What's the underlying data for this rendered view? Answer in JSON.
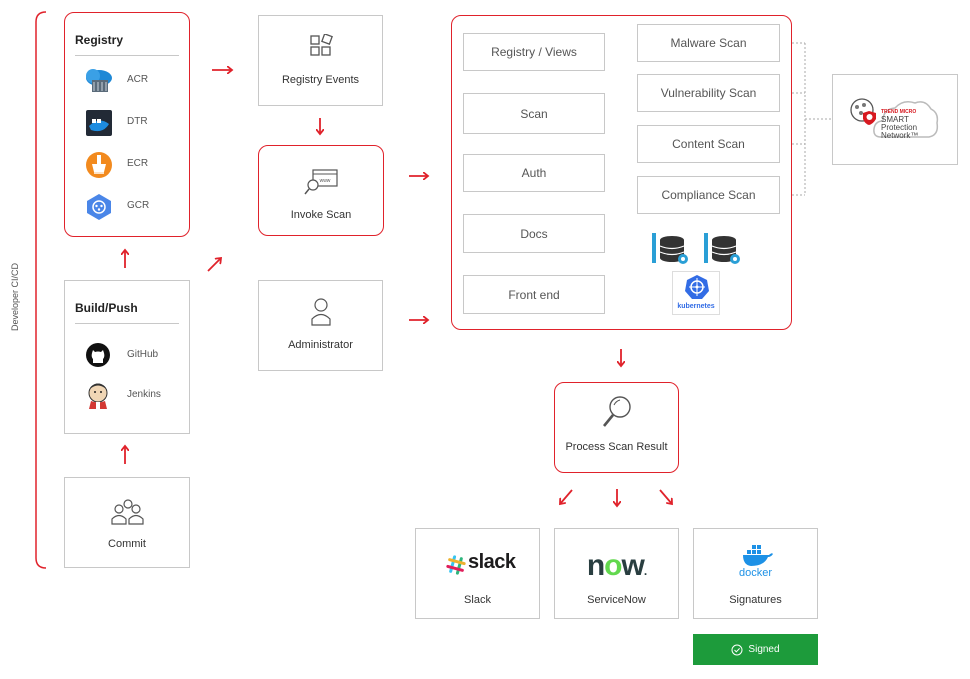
{
  "side_label": "Developer CI/CD",
  "registry": {
    "title": "Registry",
    "items": [
      {
        "label": "ACR",
        "icon": "azure-cloud-icon",
        "color": "#1e88d6"
      },
      {
        "label": "DTR",
        "icon": "docker-trusted-registry-icon",
        "color": "#222a36"
      },
      {
        "label": "ECR",
        "icon": "aws-ecr-icon",
        "color": "#f28a1e"
      },
      {
        "label": "GCR",
        "icon": "google-registry-icon",
        "color": "#4a86e8"
      }
    ]
  },
  "build": {
    "title": "Build/Push",
    "items": [
      {
        "label": "GitHub",
        "icon": "github-icon"
      },
      {
        "label": "Jenkins",
        "icon": "jenkins-icon"
      }
    ]
  },
  "commit": {
    "label": "Commit",
    "icon": "users-icon"
  },
  "registry_events": {
    "label": "Registry Events",
    "icon": "blocks-icon"
  },
  "invoke_scan": {
    "label": "Invoke Scan",
    "icon": "web-search-icon"
  },
  "administrator": {
    "label": "Administrator",
    "icon": "person-icon"
  },
  "scanner": {
    "left_services": [
      "Registry / Views",
      "Scan",
      "Auth",
      "Docs",
      "Front end"
    ],
    "right_scans": [
      "Malware Scan",
      "Vulnerability Scan",
      "Content Scan",
      "Compliance Scan"
    ],
    "kubernetes_label": "kubernetes",
    "db_icon": "database-gear-icon"
  },
  "trend": {
    "brand": "TREND MICRO",
    "line1": "SMART",
    "line2": "Protection",
    "line3": "Network™"
  },
  "process": {
    "label": "Process Scan Result",
    "icon": "magnifier-icon"
  },
  "outputs": [
    {
      "logo": "slack",
      "label": "Slack"
    },
    {
      "logo": "now",
      "label": "ServiceNow"
    },
    {
      "logo": "docker",
      "label": "Signatures"
    }
  ],
  "signed": {
    "label": "Signed",
    "color": "#1d9b3b"
  },
  "colors": {
    "accent": "#e0222b",
    "border": "#c8c8c8",
    "servicenow": "#293e40",
    "servicenow_o": "#62d84e"
  }
}
